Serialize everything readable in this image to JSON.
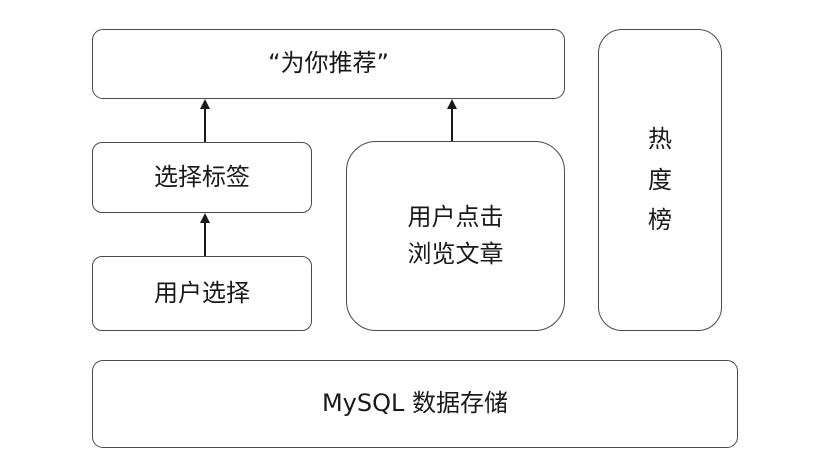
{
  "diagram": {
    "boxes": {
      "recommend": "“为你推荐”",
      "select_tags": "选择标签",
      "user_select": "用户选择",
      "user_click": "用户点击\n浏览文章",
      "hot_list": "热\n度\n榜",
      "mysql": "MySQL 数据存储"
    }
  }
}
